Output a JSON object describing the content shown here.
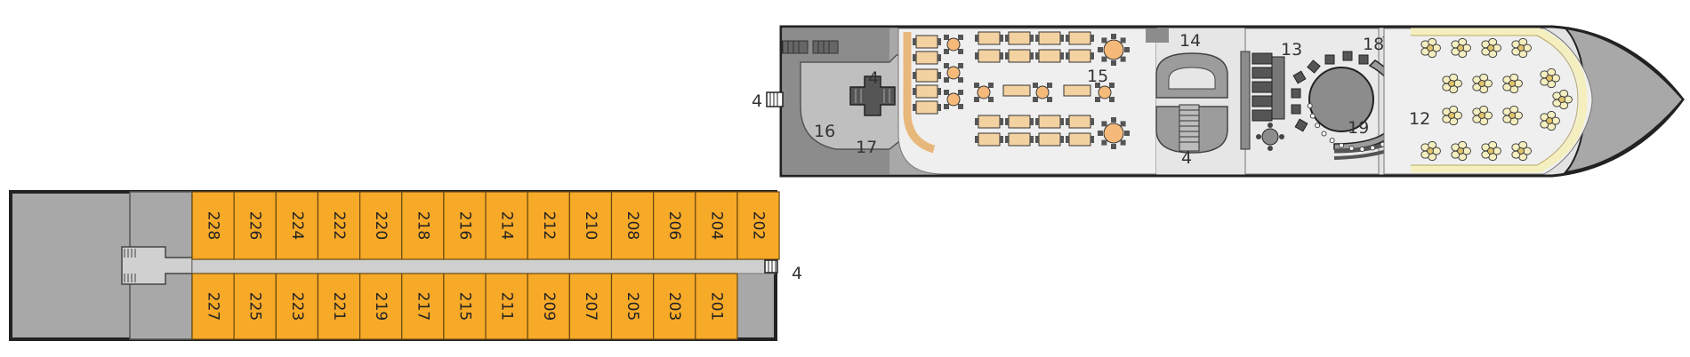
{
  "colors": {
    "cabin": "#f7a928",
    "cabin_border": "#6b4a10",
    "deck_gray": "#a8a8a8",
    "corridor_gray": "#c8c8c8",
    "dark_gray": "#7c7c7c",
    "light_floor": "#e6e6e6",
    "outline": "#222222",
    "furniture": "#f3d2a1",
    "table": "#f5b97a",
    "lounge_cream": "#f5efc0"
  },
  "upper_deck": {
    "cabins_top": [
      "228",
      "226",
      "224",
      "222",
      "220",
      "218",
      "216",
      "214",
      "212",
      "210",
      "208",
      "206",
      "204",
      "202"
    ],
    "cabins_bottom": [
      "227",
      "225",
      "223",
      "221",
      "219",
      "217",
      "215",
      "211",
      "209",
      "207",
      "205",
      "203",
      "201"
    ],
    "stair_label": "4"
  },
  "main_deck": {
    "labels": {
      "stairs_left": "4",
      "stairs_aft": "4",
      "area_16": "16",
      "area_17": "17",
      "area_15": "15",
      "area_14": "14",
      "stairs_mid": "4",
      "area_13": "13",
      "area_18": "18",
      "area_19": "19",
      "area_12": "12"
    }
  }
}
